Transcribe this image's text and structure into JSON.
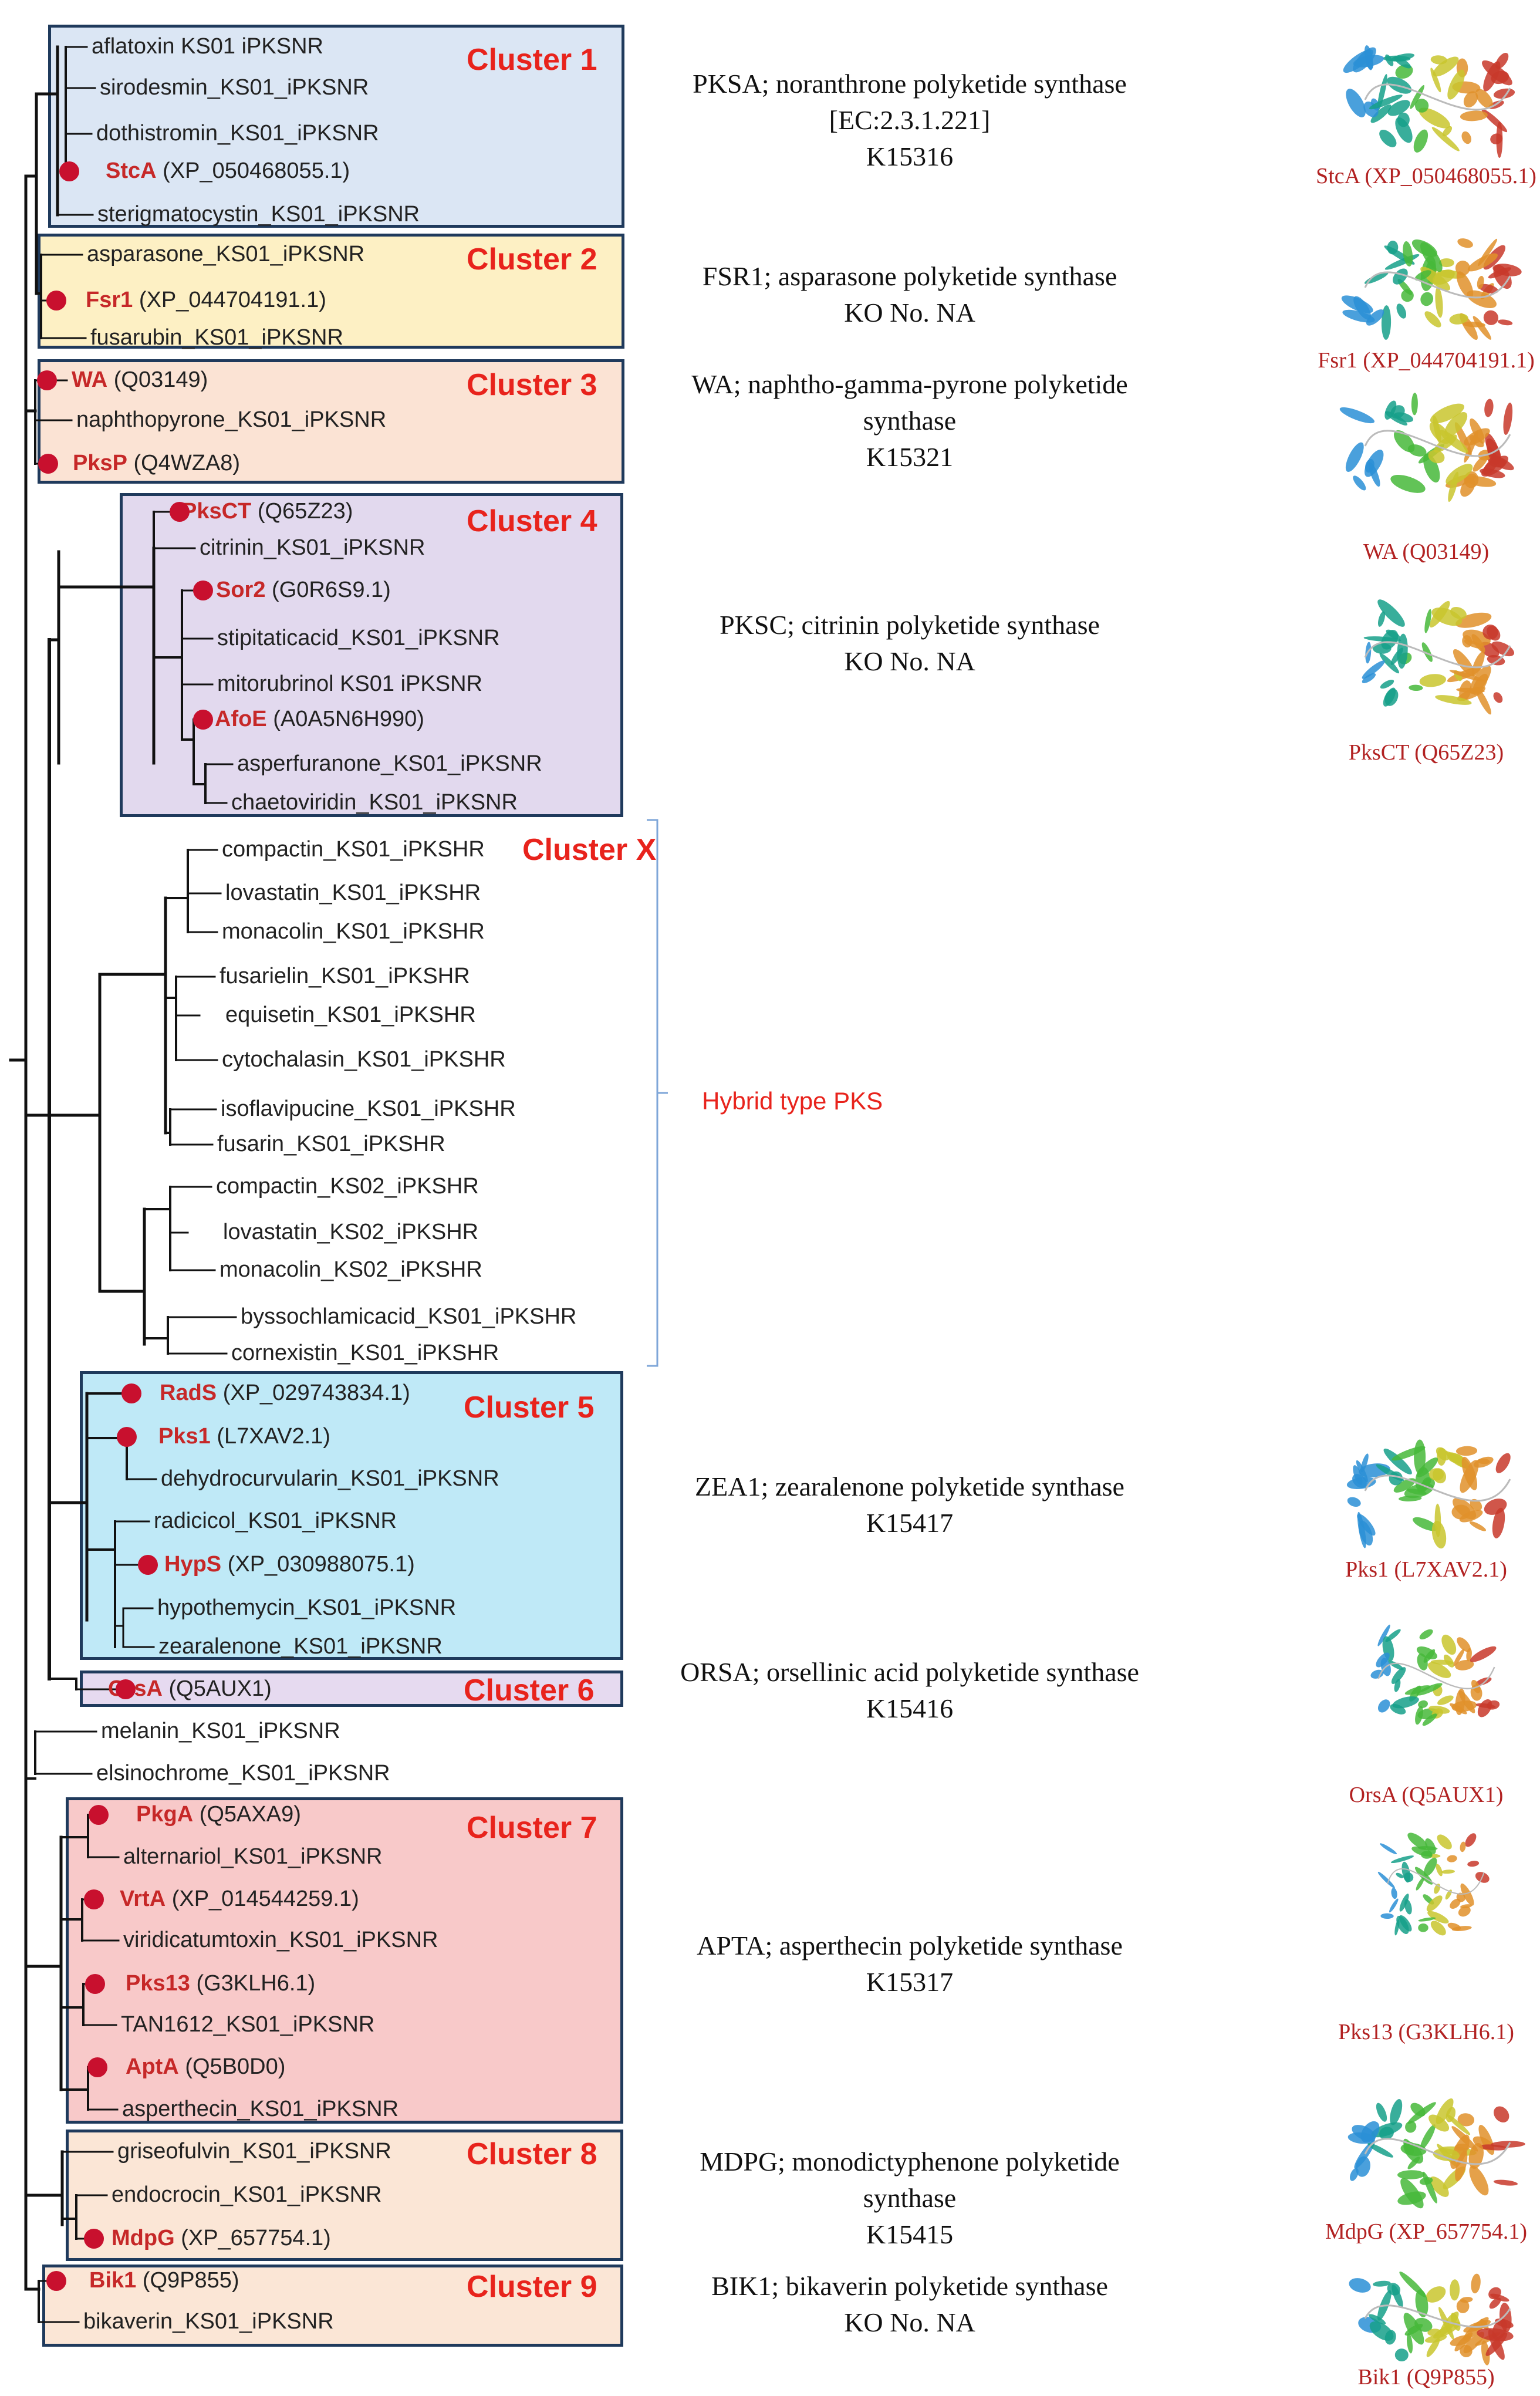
{
  "colors": {
    "box_border": "#1f3a5c",
    "title": "#e8231c",
    "name": "#c62828",
    "dot": "#c8102e",
    "caption": "#b22222"
  },
  "clusters": [
    {
      "id": "c1",
      "title": "Cluster 1",
      "fill": "#dbe6f4"
    },
    {
      "id": "c2",
      "title": "Cluster 2",
      "fill": "#fdf0c4"
    },
    {
      "id": "c3",
      "title": "Cluster 3",
      "fill": "#fbe3d4"
    },
    {
      "id": "c4",
      "title": "Cluster 4",
      "fill": "#e2d9ee"
    },
    {
      "id": "cx",
      "title": "Cluster X",
      "fill": "none"
    },
    {
      "id": "c5",
      "title": "Cluster 5",
      "fill": "#bfe9f7"
    },
    {
      "id": "c6",
      "title": "Cluster 6",
      "fill": "#e6daf0"
    },
    {
      "id": "c7",
      "title": "Cluster 7",
      "fill": "#f8c9c9"
    },
    {
      "id": "c8",
      "title": "Cluster 8",
      "fill": "#fbe6d6"
    },
    {
      "id": "c9",
      "title": "Cluster 9",
      "fill": "#fbe6d6"
    }
  ],
  "hybrid_label": "Hybrid type PKS",
  "leaves": [
    {
      "label": "aflatoxin KS01 iPKSNR"
    },
    {
      "label": "sirodesmin_KS01_iPKSNR"
    },
    {
      "label": "dothistromin_KS01_iPKSNR"
    },
    {
      "name": "StcA",
      "acc": "(XP_050468055.1)",
      "marked": true
    },
    {
      "label": "sterigmatocystin_KS01_iPKSNR"
    },
    {
      "label": "asparasone_KS01_iPKSNR"
    },
    {
      "name": "Fsr1",
      "acc": "(XP_044704191.1)",
      "marked": true
    },
    {
      "label": "fusarubin_KS01_iPKSNR"
    },
    {
      "name": "WA",
      "acc": "(Q03149)",
      "marked": true
    },
    {
      "label": "naphthopyrone_KS01_iPKSNR"
    },
    {
      "name": "PksP",
      "acc": "(Q4WZA8)",
      "marked": true
    },
    {
      "name": "PksCT",
      "acc": "(Q65Z23)",
      "marked": true
    },
    {
      "label": "citrinin_KS01_iPKSNR"
    },
    {
      "name": "Sor2",
      "acc": "(G0R6S9.1)",
      "marked": true
    },
    {
      "label": "stipitaticacid_KS01_iPKSNR"
    },
    {
      "label": "mitorubrinol KS01 iPKSNR"
    },
    {
      "name": "AfoE",
      "acc": "(A0A5N6H990)",
      "marked": true
    },
    {
      "label": "asperfuranone_KS01_iPKSNR"
    },
    {
      "label": "chaetoviridin_KS01_iPKSNR"
    },
    {
      "label": "compactin_KS01_iPKSHR"
    },
    {
      "label": "lovastatin_KS01_iPKSHR"
    },
    {
      "label": "monacolin_KS01_iPKSHR"
    },
    {
      "label": "fusarielin_KS01_iPKSHR"
    },
    {
      "label": "equisetin_KS01_iPKSHR"
    },
    {
      "label": "cytochalasin_KS01_iPKSHR"
    },
    {
      "label": "isoflavipucine_KS01_iPKSHR"
    },
    {
      "label": "fusarin_KS01_iPKSHR"
    },
    {
      "label": "compactin_KS02_iPKSHR"
    },
    {
      "label": "lovastatin_KS02_iPKSHR"
    },
    {
      "label": "monacolin_KS02_iPKSHR"
    },
    {
      "label": "byssochlamicacid_KS01_iPKSHR"
    },
    {
      "label": "cornexistin_KS01_iPKSHR"
    },
    {
      "name": "RadS",
      "acc": "(XP_029743834.1)",
      "marked": true
    },
    {
      "name": "Pks1",
      "acc": "(L7XAV2.1)",
      "marked": true
    },
    {
      "label": "dehydrocurvularin_KS01_iPKSNR"
    },
    {
      "label": "radicicol_KS01_iPKSNR"
    },
    {
      "name": "HypS",
      "acc": "(XP_030988075.1)",
      "marked": true
    },
    {
      "label": "hypothemycin_KS01_iPKSNR"
    },
    {
      "label": "zearalenone_KS01_iPKSNR"
    },
    {
      "name": "OrsA",
      "acc": "(Q5AUX1)",
      "marked": true
    },
    {
      "label": "melanin_KS01_iPKSNR"
    },
    {
      "label": "elsinochrome_KS01_iPKSNR"
    },
    {
      "name": "PkgA",
      "acc": "(Q5AXA9)",
      "marked": true
    },
    {
      "label": "alternariol_KS01_iPKSNR"
    },
    {
      "name": "VrtA",
      "acc": "(XP_014544259.1)",
      "marked": true
    },
    {
      "label": "viridicatumtoxin_KS01_iPKSNR"
    },
    {
      "name": "Pks13",
      "acc": "(G3KLH6.1)",
      "marked": true
    },
    {
      "label": "TAN1612_KS01_iPKSNR"
    },
    {
      "name": "AptA",
      "acc": "(Q5B0D0)",
      "marked": true
    },
    {
      "label": "asperthecin_KS01_iPKSNR"
    },
    {
      "label": "griseofulvin_KS01_iPKSNR"
    },
    {
      "label": "endocrocin_KS01_iPKSNR"
    },
    {
      "name": "MdpG",
      "acc": "(XP_657754.1)",
      "marked": true
    },
    {
      "name": "Bik1",
      "acc": "(Q9P855)",
      "marked": true
    },
    {
      "label": "bikaverin_KS01_iPKSNR"
    }
  ],
  "descriptions": [
    {
      "lines": [
        "PKSA; noranthrone polyketide synthase",
        "[EC:2.3.1.221]",
        "K15316"
      ]
    },
    {
      "lines": [
        "FSR1; asparasone polyketide synthase",
        "KO No. NA"
      ]
    },
    {
      "lines": [
        "WA; naphtho-gamma-pyrone polyketide",
        "synthase",
        "K15321"
      ]
    },
    {
      "lines": [
        "PKSC; citrinin polyketide synthase",
        "KO No. NA"
      ]
    },
    {
      "lines": [
        "ZEA1; zearalenone polyketide synthase",
        "K15417"
      ]
    },
    {
      "lines": [
        "ORSA; orsellinic acid polyketide synthase",
        "K15416"
      ]
    },
    {
      "lines": [
        "APTA; asperthecin polyketide synthase",
        "K15317"
      ]
    },
    {
      "lines": [
        "MDPG; monodictyphenone polyketide",
        "synthase",
        "K15415"
      ]
    },
    {
      "lines": [
        "BIK1; bikaverin polyketide synthase",
        "KO No. NA"
      ]
    }
  ],
  "structures": [
    {
      "caption": "StcA (XP_050468055.1)"
    },
    {
      "caption": "Fsr1 (XP_044704191.1)"
    },
    {
      "caption": "WA (Q03149)"
    },
    {
      "caption": "PksCT (Q65Z23)"
    },
    {
      "caption": "Pks1 (L7XAV2.1)"
    },
    {
      "caption": "OrsA (Q5AUX1)"
    },
    {
      "caption": "Pks13 (G3KLH6.1)"
    },
    {
      "caption": "MdpG (XP_657754.1)"
    },
    {
      "caption": "Bik1 (Q9P855)"
    }
  ]
}
